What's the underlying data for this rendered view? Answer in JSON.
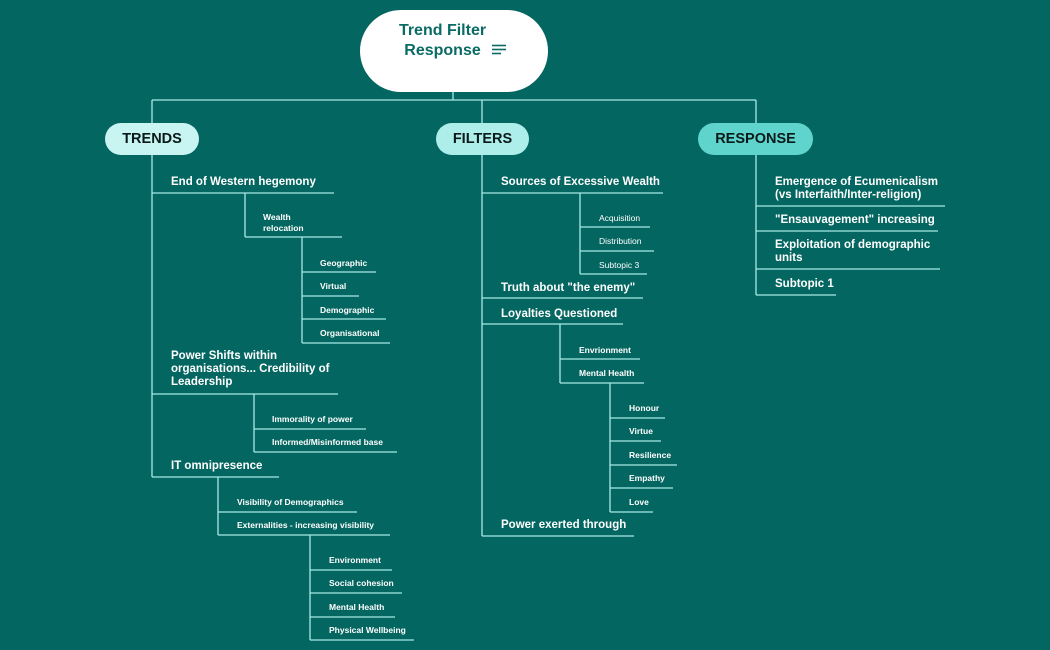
{
  "colors": {
    "background": "#046661",
    "line": "#a8e9e6",
    "trends_pill": "#c8f4f1",
    "filters_pill": "#aeeeea",
    "response_pill": "#5fd4cd"
  },
  "root": {
    "title": "Trend Filter Response",
    "icon": "menu-lines-icon"
  },
  "branches": {
    "trends": "TRENDS",
    "filters": "FILTERS",
    "response": "RESPONSE"
  },
  "trends": {
    "end_western": "End of Western hegemony",
    "wealth_relocation": "Wealth relocation",
    "geographic": "Geographic",
    "virtual": "Virtual",
    "demographic": "Demographic",
    "organisational": "Organisational",
    "power_shifts": "Power Shifts within organisations... Credibility of Leadership",
    "immorality": "Immorality of power",
    "informed": "Informed/Misinformed base",
    "it_omni": "IT omnipresence",
    "visibility_demo": "Visibility of Demographics",
    "externalities": "Externalities - increasing visibility",
    "environment": "Environment",
    "social_cohesion": "Social cohesion",
    "mental_health": "Mental Health",
    "physical_wellbeing": "Physical Wellbeing"
  },
  "filters": {
    "sources_wealth": "Sources of Excessive Wealth",
    "acquisition": "Acquisition",
    "distribution": "Distribution",
    "subtopic3": "Subtopic 3",
    "truth_enemy": "Truth about \"the enemy\"",
    "loyalties": "Loyalties Questioned",
    "envrionment": "Envrionment",
    "mental_health": "Mental Health",
    "honour": "Honour",
    "virtue": "Virtue",
    "resilience": "Resilience",
    "empathy": "Empathy",
    "love": "Love",
    "power_exerted": "Power exerted through"
  },
  "response": {
    "ecumenicalism": "Emergence of Ecumenicalism (vs Interfaith/Inter-religion)",
    "ensauvagement": "\"Ensauvagement\" increasing",
    "exploitation": "Exploitation of demographic units",
    "subtopic1": "Subtopic 1"
  }
}
